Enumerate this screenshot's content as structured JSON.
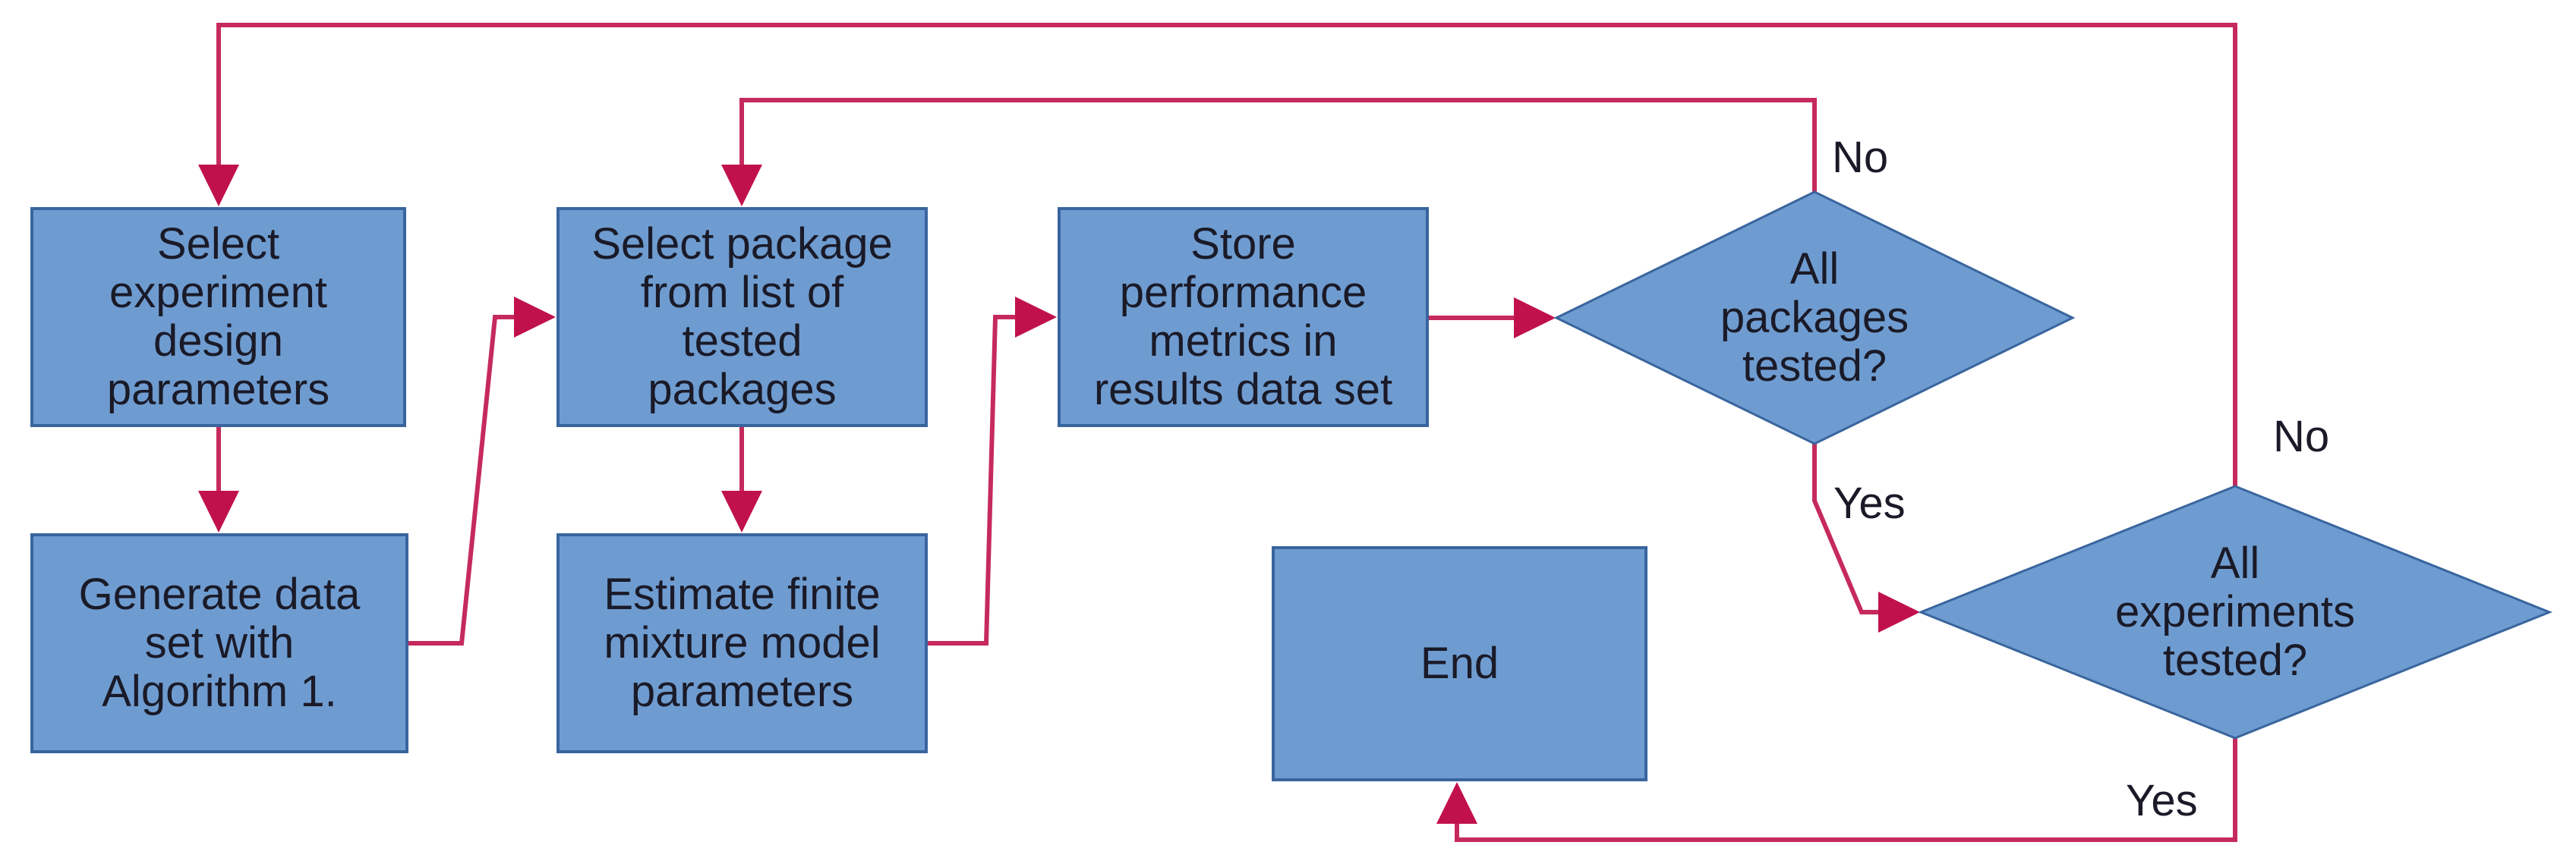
{
  "colors": {
    "background": "#ffffff",
    "node_fill": "#6f9cd0",
    "node_border": "#39659e",
    "arrow_line": "#c62a5c",
    "arrow_head": "#c1114c",
    "text": "#1a1a28"
  },
  "diagram": {
    "nodes": [
      {
        "id": "select-experiment",
        "shape": "rect",
        "label": "Select\nexperiment\ndesign\nparameters"
      },
      {
        "id": "generate-data",
        "shape": "rect",
        "label": "Generate data\nset with\nAlgorithm 1."
      },
      {
        "id": "select-package",
        "shape": "rect",
        "label": "Select package\nfrom list of\ntested\npackages"
      },
      {
        "id": "estimate-model",
        "shape": "rect",
        "label": "Estimate finite\nmixture model\nparameters"
      },
      {
        "id": "store-metrics",
        "shape": "rect",
        "label": "Store\nperformance\nmetrics in\nresults data set"
      },
      {
        "id": "all-packages",
        "shape": "diamond",
        "label": "All\npackages\ntested?"
      },
      {
        "id": "all-experiments",
        "shape": "diamond",
        "label": "All\nexperiments\ntested?"
      },
      {
        "id": "end",
        "shape": "rect",
        "label": "End"
      }
    ],
    "edge_labels": [
      {
        "id": "no-packages",
        "text": "No"
      },
      {
        "id": "yes-packages",
        "text": "Yes"
      },
      {
        "id": "no-experiments",
        "text": "No"
      },
      {
        "id": "yes-experiments",
        "text": "Yes"
      }
    ],
    "edges": [
      {
        "from": "select-experiment",
        "to": "generate-data",
        "label": ""
      },
      {
        "from": "generate-data",
        "to": "select-package",
        "label": ""
      },
      {
        "from": "select-package",
        "to": "estimate-model",
        "label": ""
      },
      {
        "from": "estimate-model",
        "to": "store-metrics",
        "label": ""
      },
      {
        "from": "store-metrics",
        "to": "all-packages",
        "label": ""
      },
      {
        "from": "all-packages",
        "to": "select-package",
        "label": "No"
      },
      {
        "from": "all-packages",
        "to": "all-experiments",
        "label": "Yes"
      },
      {
        "from": "all-experiments",
        "to": "select-experiment",
        "label": "No"
      },
      {
        "from": "all-experiments",
        "to": "end",
        "label": "Yes"
      }
    ]
  }
}
